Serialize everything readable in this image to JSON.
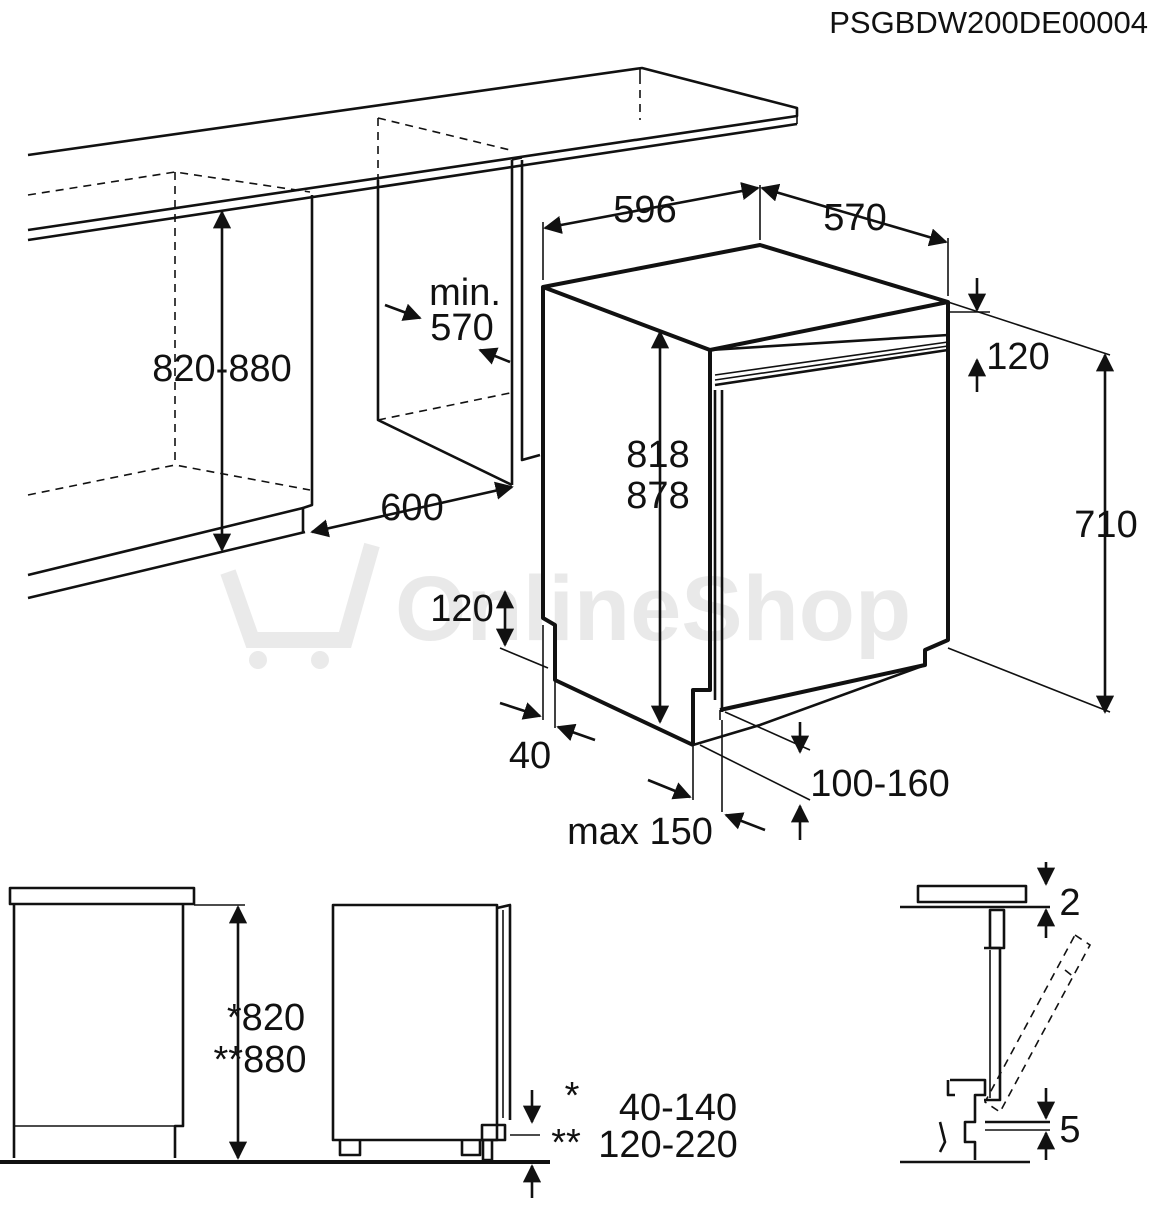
{
  "code": "PSGBDW200DE00004",
  "watermark": "OnlineShop",
  "dims": {
    "width": "596",
    "depth": "570",
    "height_range": "820-880",
    "niche_depth_min": "min.",
    "niche_depth_val": "570",
    "niche_width": "600",
    "height_a": "818",
    "height_b": "878",
    "top_panel": "120",
    "door": "710",
    "plinth_back": "120",
    "plinth_offset": "40",
    "plinth_height": "100-160",
    "plinth_depth": "max 150",
    "side_h1": "*820",
    "side_h2": "**880",
    "foot1_mark": "*",
    "foot1_val": "40-140",
    "foot2_mark": "**",
    "foot2_val": "120-220",
    "gap_top": "2",
    "gap_bottom": "5"
  }
}
